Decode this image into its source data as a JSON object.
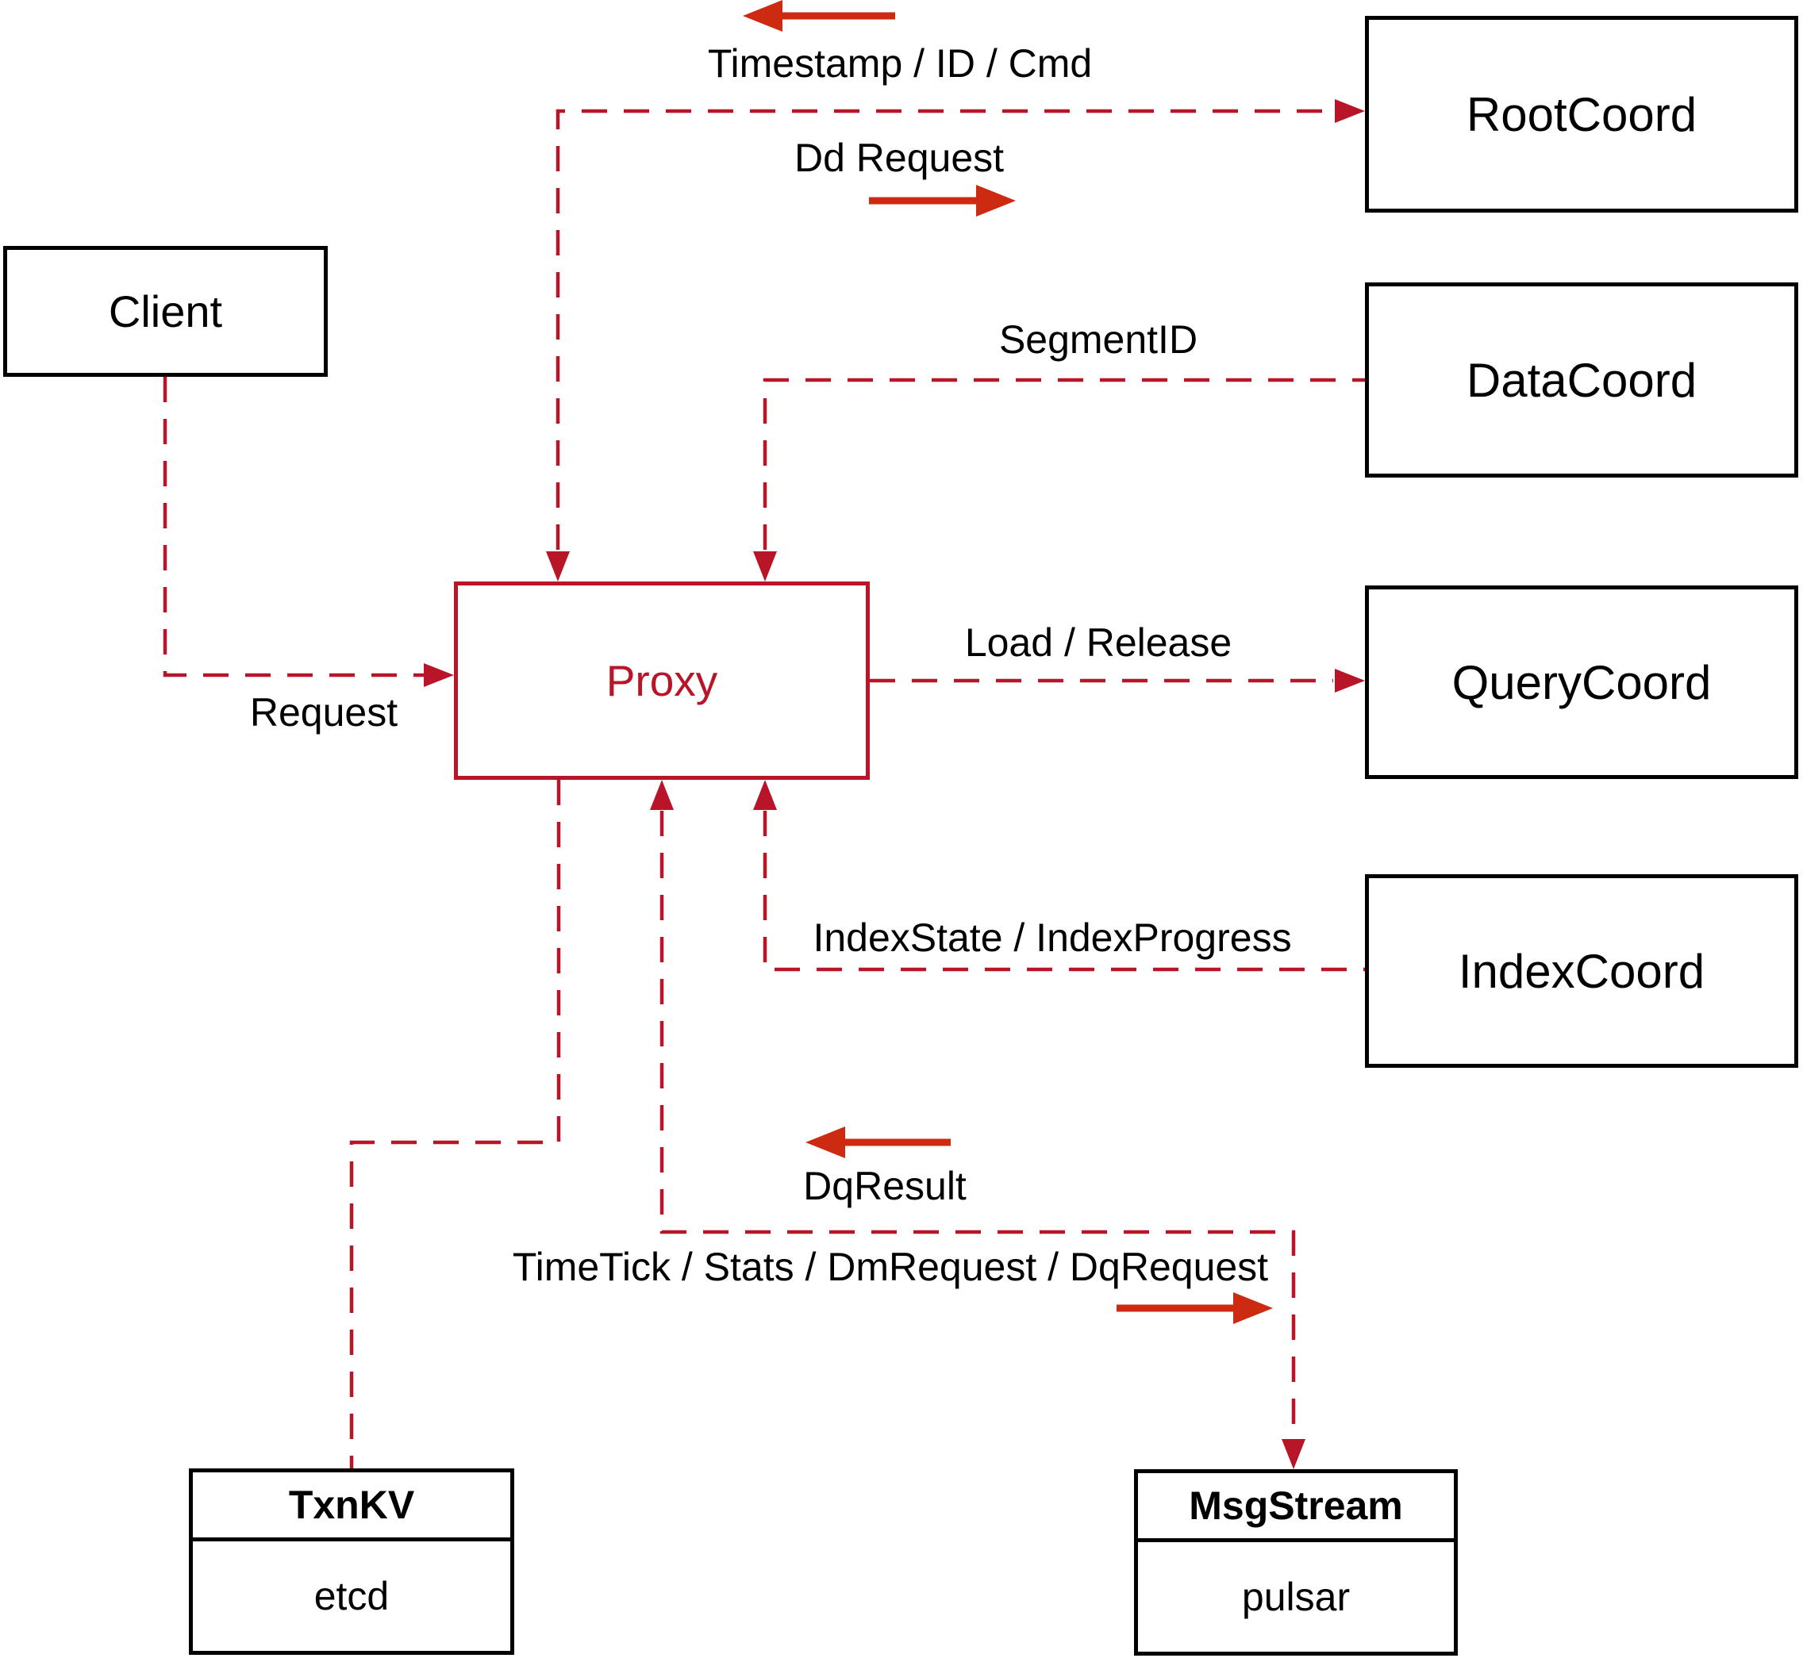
{
  "colors": {
    "connector_red": "#b91528",
    "solid_arrow_red": "#cc2a11",
    "box_border": "#000000",
    "proxy_accent": "#b91528",
    "label_text": "#000000",
    "background": "#ffffff"
  },
  "nodes": {
    "client": {
      "label": "Client"
    },
    "proxy": {
      "label": "Proxy"
    },
    "root_coord": {
      "label": "RootCoord"
    },
    "data_coord": {
      "label": "DataCoord"
    },
    "query_coord": {
      "label": "QueryCoord"
    },
    "index_coord": {
      "label": "IndexCoord"
    },
    "txn_kv": {
      "title": "TxnKV",
      "implementation": "etcd"
    },
    "msg_stream": {
      "title": "MsgStream",
      "implementation": "pulsar"
    }
  },
  "edge_labels": {
    "request": "Request",
    "timestamp_id_cmd": "Timestamp / ID / Cmd",
    "dd_request": "Dd Request",
    "segment_id": "SegmentID",
    "load_release": "Load / Release",
    "index_state_progress": "IndexState / IndexProgress",
    "dq_result": "DqResult",
    "timetick_stats_dm_dq": "TimeTick / Stats / DmRequest / DqRequest"
  },
  "edges": [
    {
      "from": "Client",
      "to": "Proxy",
      "label": "Request",
      "style": "dashed"
    },
    {
      "from": "Proxy",
      "to": "RootCoord",
      "label_out": "Dd Request",
      "label_in": "Timestamp / ID / Cmd",
      "style": "dashed-bidirectional"
    },
    {
      "from": "DataCoord",
      "to": "Proxy",
      "label": "SegmentID",
      "style": "dashed"
    },
    {
      "from": "Proxy",
      "to": "QueryCoord",
      "label": "Load / Release",
      "style": "dashed"
    },
    {
      "from": "IndexCoord",
      "to": "Proxy",
      "label": "IndexState / IndexProgress",
      "style": "dashed"
    },
    {
      "from": "Proxy",
      "to": "TxnKV",
      "label": "",
      "style": "dashed"
    },
    {
      "from": "Proxy",
      "to": "MsgStream",
      "label_out": "TimeTick / Stats / DmRequest / DqRequest",
      "label_in": "DqResult",
      "style": "dashed-bidirectional"
    }
  ]
}
